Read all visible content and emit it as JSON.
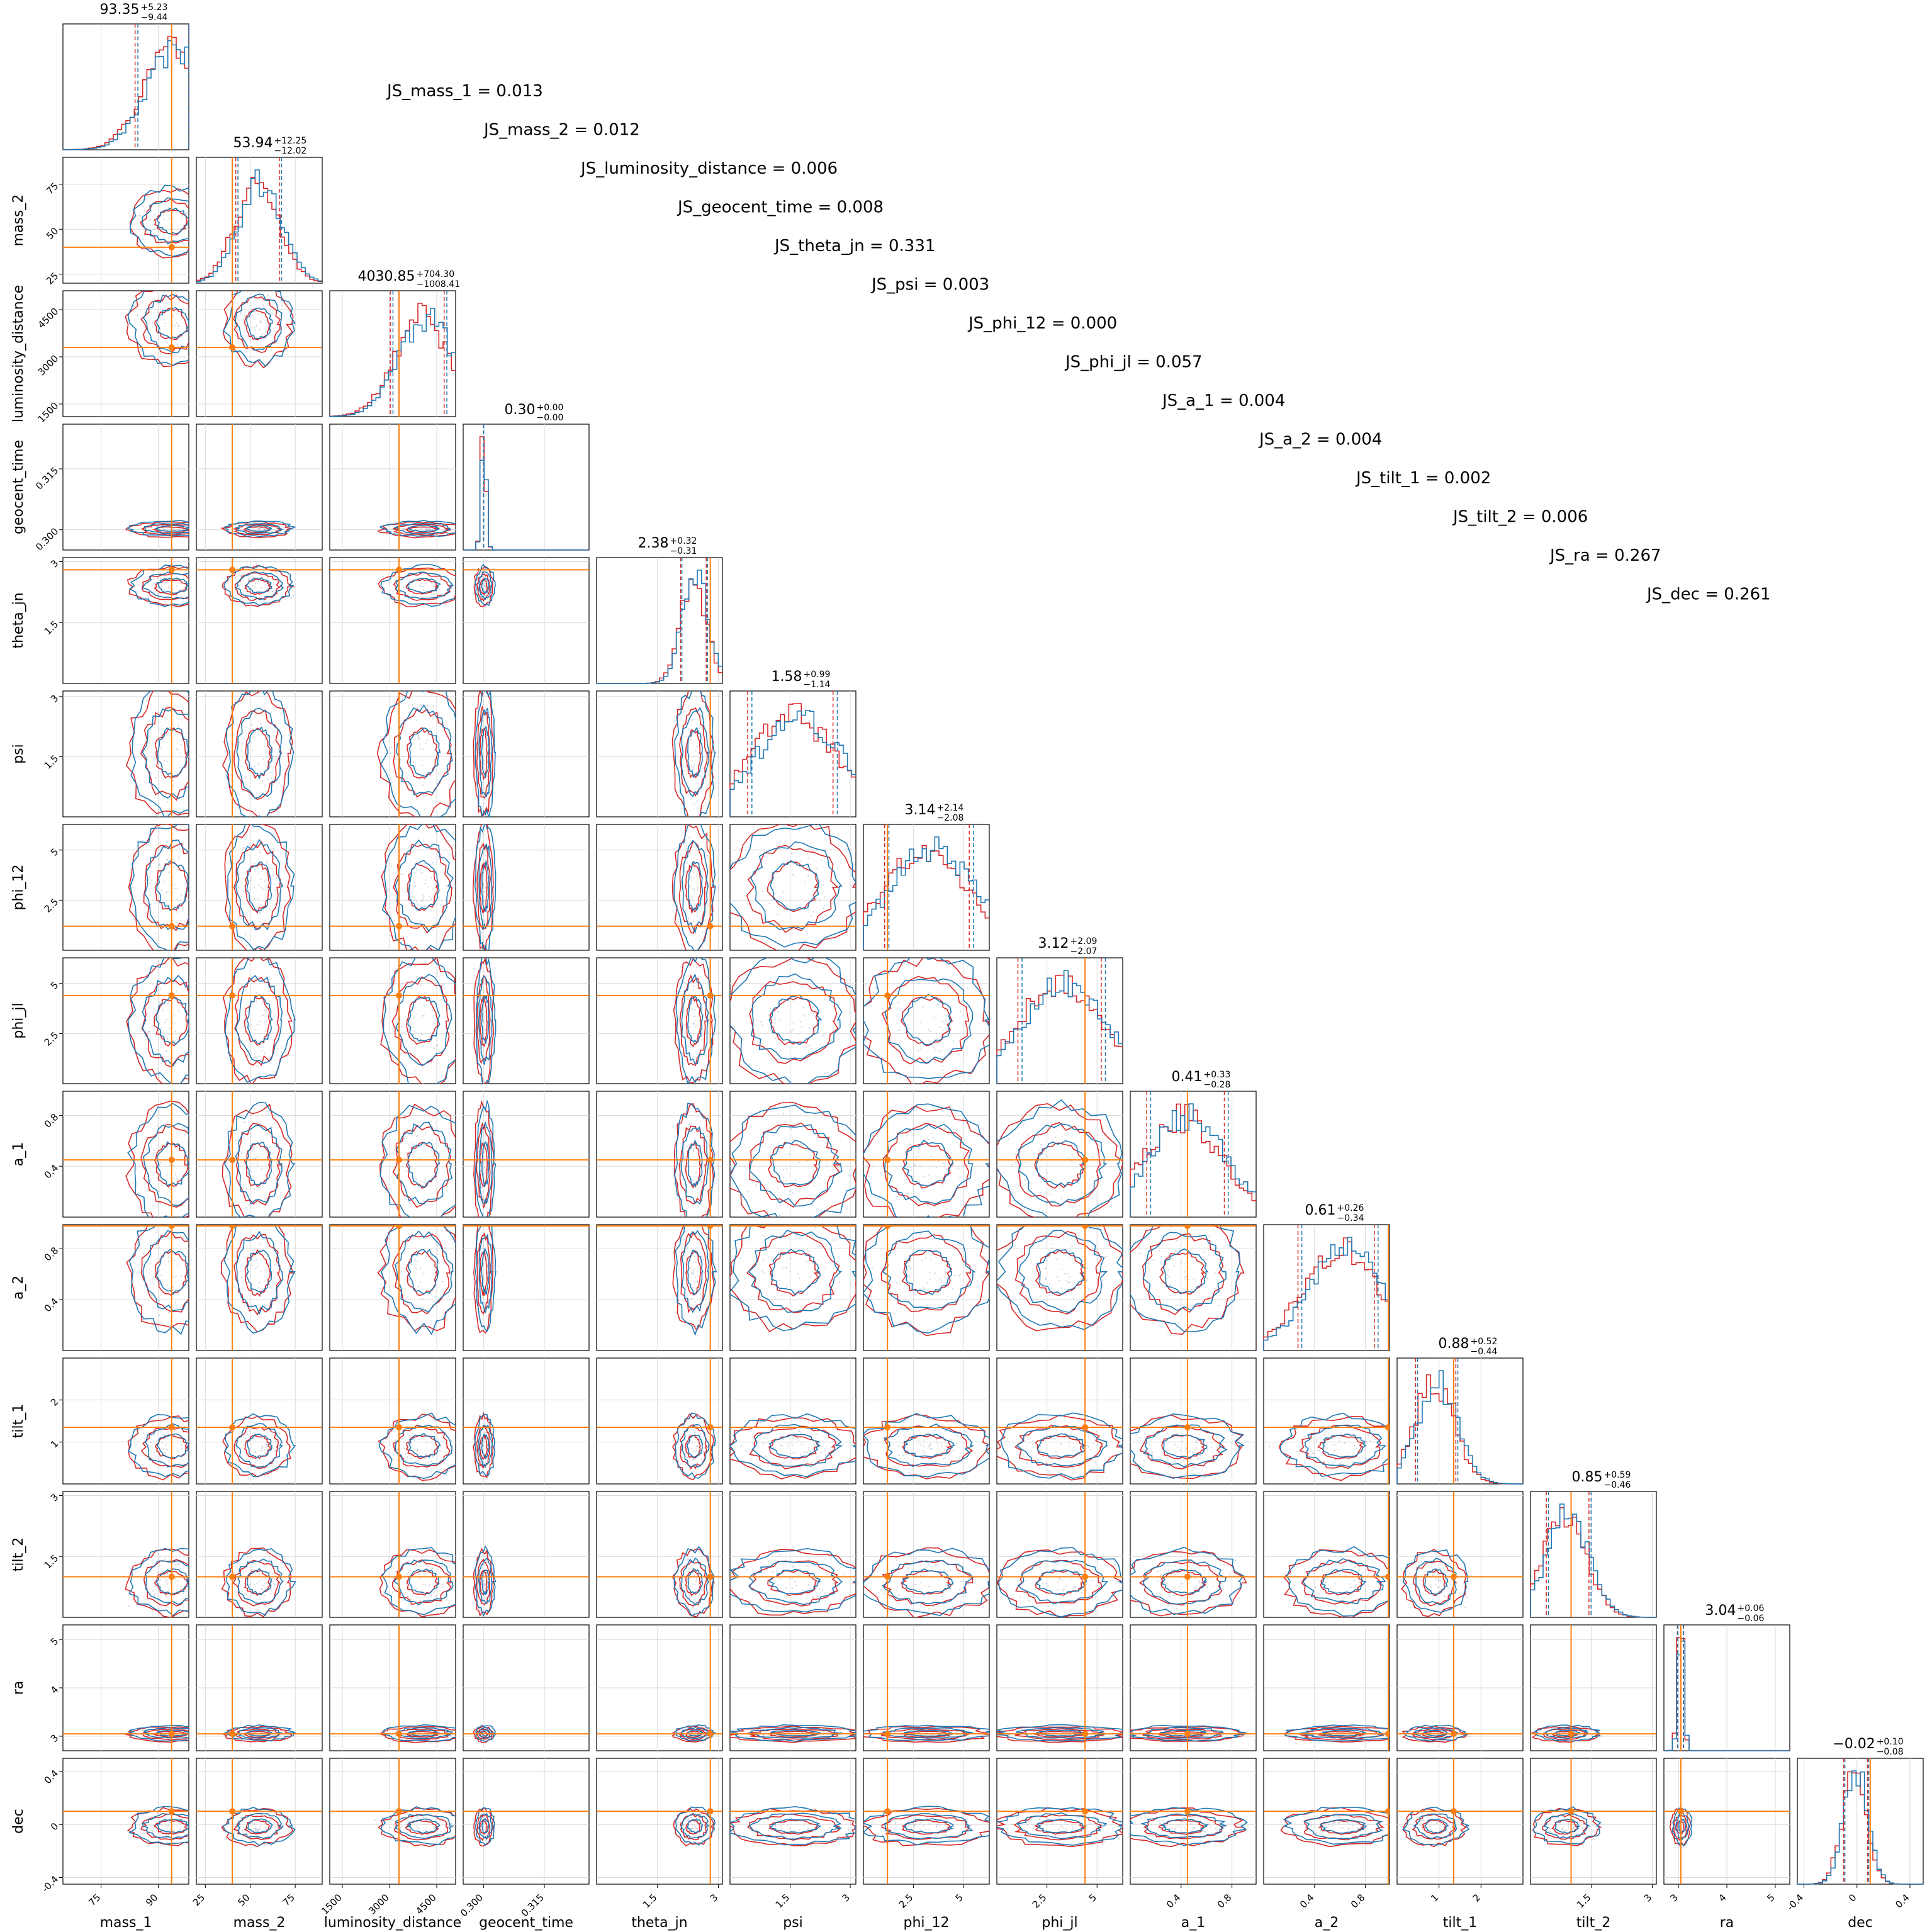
{
  "chart_data": {
    "type": "corner",
    "colors": {
      "run_a": "#1f77b4",
      "run_b": "#d62728",
      "truth": "#ff7f0e"
    },
    "parameters": [
      {
        "name": "mass_1",
        "range": [
          65,
          98
        ],
        "ticks": [
          75,
          90
        ],
        "truth": 93.5,
        "summary": {
          "median": "93.35",
          "plus": "+5.23",
          "minus": "−9.44"
        }
      },
      {
        "name": "mass_2",
        "range": [
          20,
          90
        ],
        "ticks": [
          25,
          50,
          75
        ],
        "truth": 40,
        "summary": {
          "median": "53.94",
          "plus": "+12.25",
          "minus": "−12.02"
        }
      },
      {
        "name": "luminosity_distance",
        "range": [
          1100,
          5100
        ],
        "ticks": [
          1500,
          3000,
          4500
        ],
        "truth": 3300,
        "summary": {
          "median": "4030.85",
          "plus": "+704.30",
          "minus": "−1008.41"
        }
      },
      {
        "name": "geocent_time",
        "range": [
          0.295,
          0.326
        ],
        "ticks": [
          0.3,
          0.315
        ],
        "tick_labels": [
          "0.300",
          "0.315"
        ],
        "truth": null,
        "summary": {
          "median": "0.30",
          "plus": "+0.00",
          "minus": "−0.00"
        }
      },
      {
        "name": "theta_jn",
        "range": [
          0.0,
          3.1
        ],
        "ticks": [
          1.5,
          3.0
        ],
        "truth": 2.8,
        "summary": {
          "median": "2.38",
          "plus": "+0.32",
          "minus": "−0.31"
        }
      },
      {
        "name": "psi",
        "range": [
          0.0,
          3.14
        ],
        "ticks": [
          1.5,
          3.0
        ],
        "truth": null,
        "summary": {
          "median": "1.58",
          "plus": "+0.99",
          "minus": "−1.14"
        }
      },
      {
        "name": "phi_12",
        "range": [
          0.0,
          6.28
        ],
        "ticks": [
          2.5,
          5.0
        ],
        "truth": 1.2,
        "summary": {
          "median": "3.14",
          "plus": "+2.14",
          "minus": "−2.08"
        }
      },
      {
        "name": "phi_jl",
        "range": [
          0.0,
          6.28
        ],
        "ticks": [
          2.5,
          5.0
        ],
        "truth": 4.4,
        "summary": {
          "median": "3.12",
          "plus": "+2.09",
          "minus": "−2.07"
        }
      },
      {
        "name": "a_1",
        "range": [
          0.0,
          0.99
        ],
        "ticks": [
          0.4,
          0.8
        ],
        "truth": 0.45,
        "summary": {
          "median": "0.41",
          "plus": "+0.33",
          "minus": "−0.28"
        }
      },
      {
        "name": "a_2",
        "range": [
          0.0,
          0.99
        ],
        "ticks": [
          0.4,
          0.8
        ],
        "truth": 0.98,
        "summary": {
          "median": "0.61",
          "plus": "+0.26",
          "minus": "−0.34"
        }
      },
      {
        "name": "tilt_1",
        "range": [
          0.0,
          3.0
        ],
        "ticks": [
          1,
          2
        ],
        "truth": 1.35,
        "summary": {
          "median": "0.88",
          "plus": "+0.52",
          "minus": "−0.44"
        }
      },
      {
        "name": "tilt_2",
        "range": [
          0.0,
          3.1
        ],
        "ticks": [
          1.5,
          3.0
        ],
        "truth": 1.0,
        "summary": {
          "median": "0.85",
          "plus": "+0.59",
          "minus": "−0.46"
        }
      },
      {
        "name": "ra",
        "range": [
          2.7,
          5.3
        ],
        "ticks": [
          3,
          4,
          5
        ],
        "truth": 3.05,
        "summary": {
          "median": "3.04",
          "plus": "+0.06",
          "minus": "−0.06"
        }
      },
      {
        "name": "dec",
        "range": [
          -0.45,
          0.5
        ],
        "ticks": [
          -0.4,
          0.0,
          0.4
        ],
        "truth": 0.1,
        "summary": {
          "median": "−0.02",
          "plus": "+0.10",
          "minus": "−0.08"
        }
      }
    ],
    "js_divergence": [
      "JS_mass_1 = 0.013",
      "JS_mass_2 = 0.012",
      "JS_luminosity_distance = 0.006",
      "JS_geocent_time = 0.008",
      "JS_theta_jn = 0.331",
      "JS_psi = 0.003",
      "JS_phi_12 = 0.000",
      "JS_phi_jl = 0.057",
      "JS_a_1 = 0.004",
      "JS_a_2 = 0.004",
      "JS_tilt_1 = 0.002",
      "JS_tilt_2 = 0.006",
      "JS_ra = 0.267",
      "JS_dec = 0.261"
    ]
  }
}
